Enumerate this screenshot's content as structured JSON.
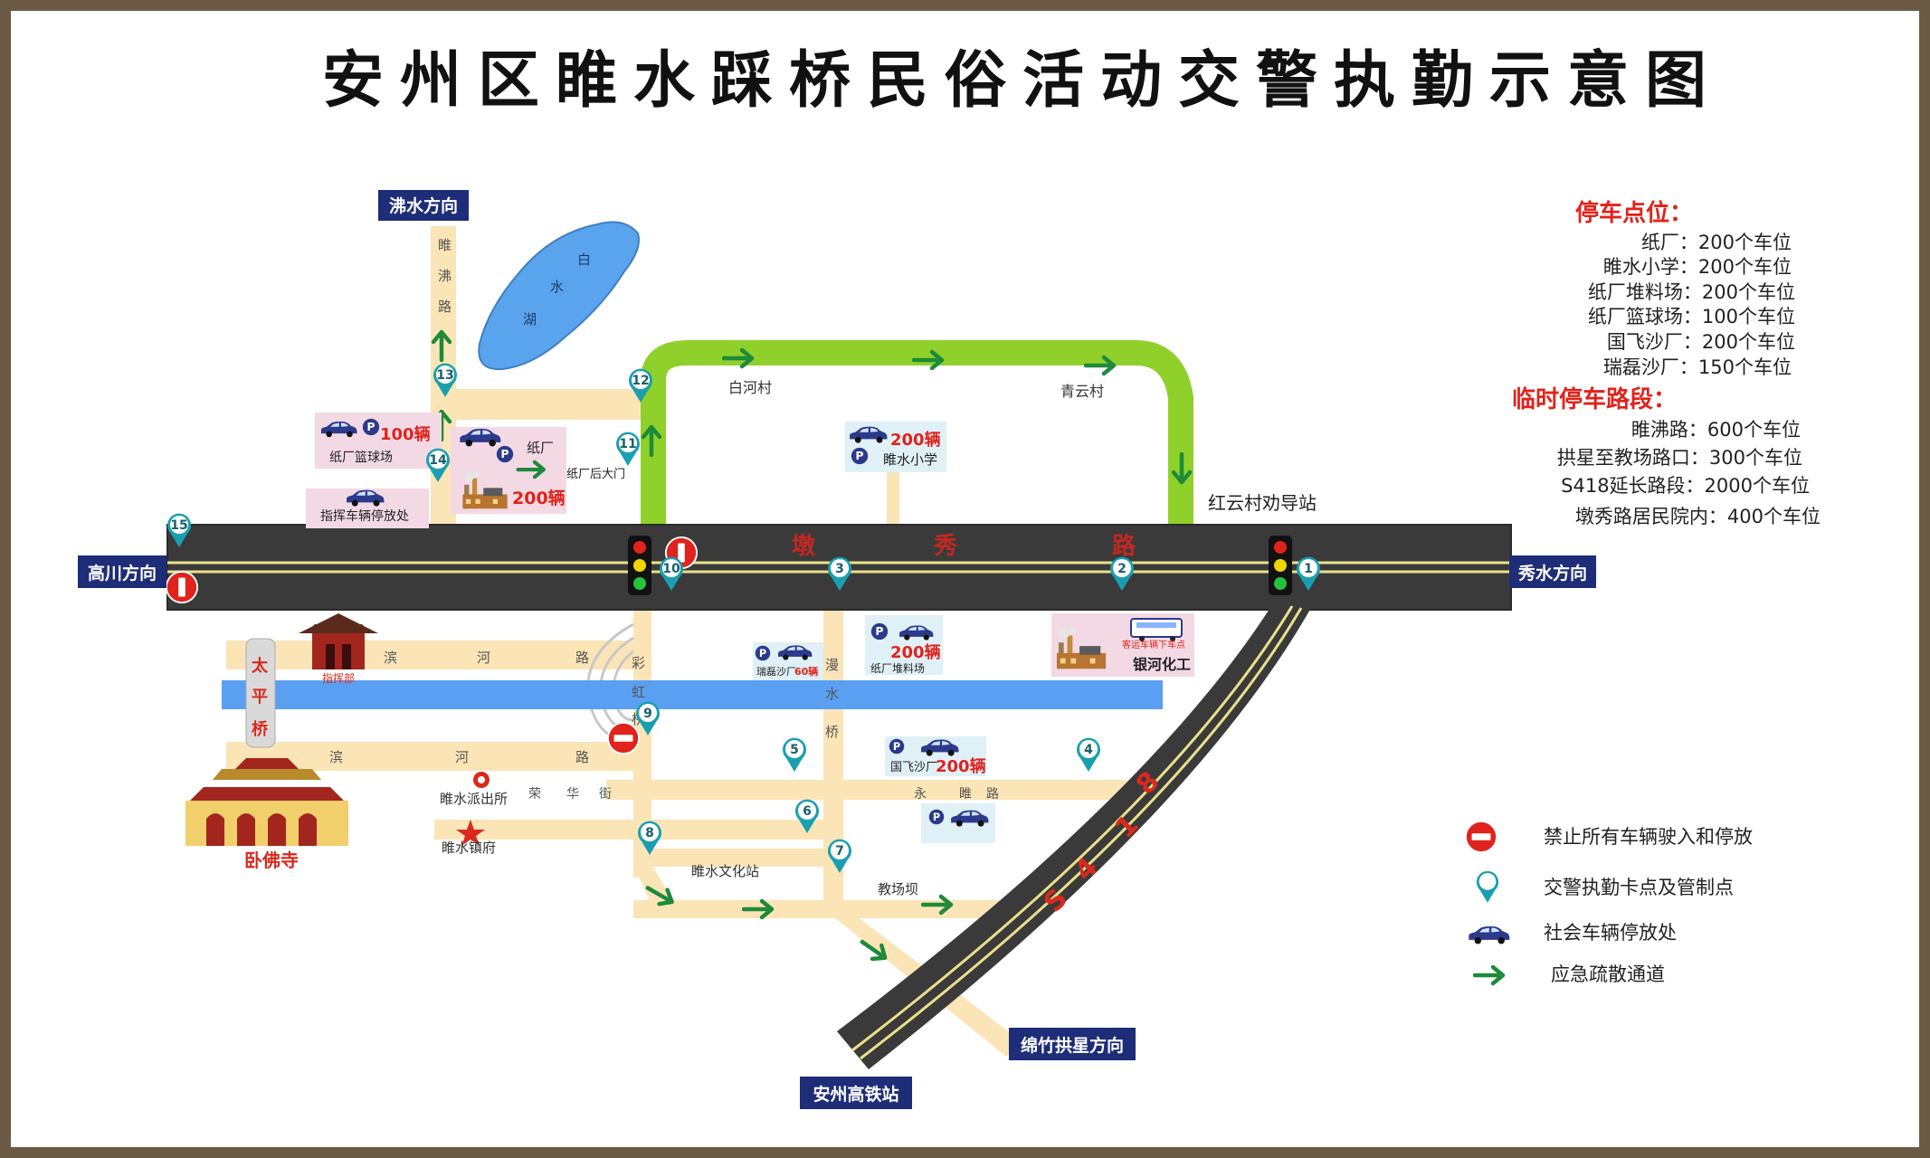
{
  "title": "安州区睢水踩桥民俗活动交警执勤示意图",
  "directions": {
    "fushui": "沸水方向",
    "gaochuan": "高川方向",
    "xiushui": "秀水方向",
    "mianzhu": "绵竹拱星方向",
    "gaotie": "安州高铁站"
  },
  "places": {
    "baishui_lake": [
      "白",
      "水",
      "湖"
    ],
    "suifei_road": [
      "睢",
      "沸",
      "路"
    ],
    "baihe_village": "白河村",
    "qingyun_village": "青云村",
    "hongyun_station": "红云村劝导站",
    "dunxiu_road": [
      "墩",
      "秀",
      "路"
    ],
    "binhe_road_top": [
      "滨",
      "河",
      "路"
    ],
    "binhe_road_bottom": [
      "滨",
      "河",
      "路"
    ],
    "taiping_bridge": [
      "太",
      "平",
      "桥"
    ],
    "caihong_bridge": [
      "彩",
      "虹",
      "桥"
    ],
    "manshui_bridge": [
      "漫",
      "水",
      "桥"
    ],
    "ronghua_street": [
      "荣",
      "华",
      "街"
    ],
    "yongsui_road": [
      "永",
      "睢",
      "路"
    ],
    "command_post": "指挥部",
    "police_station": "睢水派出所",
    "town_gov": "睢水镇府",
    "culture_station": "睢水文化站",
    "jiaochangba": "教场坝",
    "wofo_temple": "卧佛寺",
    "s418": [
      "S",
      "4",
      "1",
      "8"
    ]
  },
  "parking_cards": {
    "zhichang_court": {
      "count": "100辆",
      "name": "纸厂篮球场"
    },
    "zhichang": {
      "name": "纸厂",
      "count": "200辆"
    },
    "zhichang_gate": "纸厂后大门",
    "command_parking": "指挥车辆停放处",
    "suishui_school": {
      "count": "200辆",
      "name": "睢水小学"
    },
    "ruilei": {
      "name": "瑞磊沙厂",
      "count": "60辆"
    },
    "zhichang_yard": {
      "count": "200辆",
      "name": "纸厂堆料场"
    },
    "guofei": {
      "name": "国飞沙厂",
      "count": "200辆"
    },
    "yinhe": {
      "bus": "客运车辆下车点",
      "name": "银河化工"
    }
  },
  "checkpoints": [
    "1",
    "2",
    "3",
    "4",
    "5",
    "6",
    "7",
    "8",
    "9",
    "10",
    "11",
    "12",
    "13",
    "14",
    "15"
  ],
  "parking_info": {
    "heading": "停车点位：",
    "items": [
      "纸厂：200个车位",
      "睢水小学：200个车位",
      "纸厂堆料场：200个车位",
      "纸厂篮球场：100个车位",
      "国飞沙厂：200个车位",
      "瑞磊沙厂：150个车位"
    ],
    "temp_heading": "临时停车路段：",
    "temp_items": [
      "睢沸路：600个车位",
      "拱星至教场路口：300个车位",
      "S418延长路段：2000个车位",
      "墩秀路居民院内：400个车位"
    ]
  },
  "legend": {
    "no_entry": "禁止所有车辆驶入和停放",
    "checkpoint": "交警执勤卡点及管制点",
    "parking": "社会车辆停放处",
    "evacuation": "应急疏散通道"
  },
  "colors": {
    "road": "#3a3a3a",
    "road_line": "#e9e18a",
    "side_road": "#fbe5b6",
    "river": "#5aa0f2",
    "lake": "#5aa4ee",
    "green_route": "#8fd12a",
    "arrow": "#1e8a3a",
    "label_bg": "#1d2d78",
    "red": "#e0231c",
    "teal": "#1a9fb0"
  },
  "icons": [
    "no-entry-icon",
    "checkpoint-pin-icon",
    "car-icon",
    "parking-p-icon",
    "traffic-light-icon",
    "green-arrow-icon",
    "star-icon",
    "police-icon",
    "factory-icon",
    "bus-icon",
    "temple-icon"
  ]
}
